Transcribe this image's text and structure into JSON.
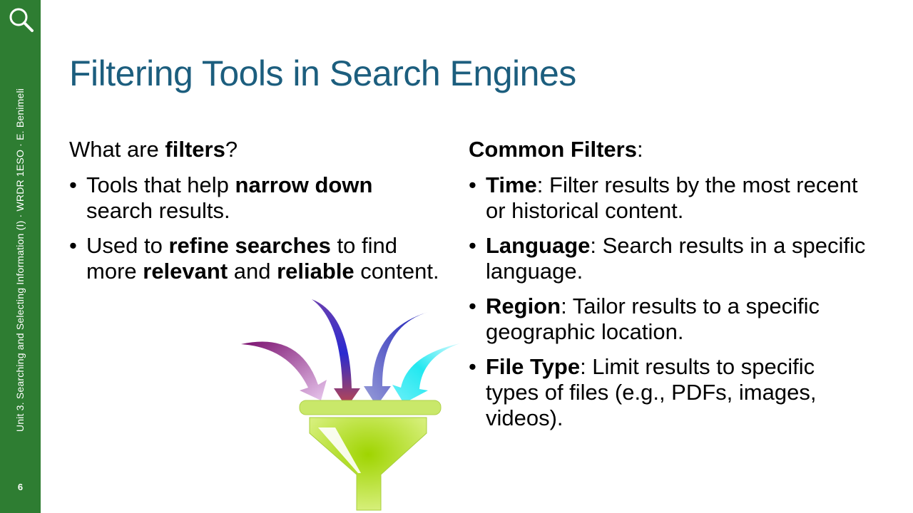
{
  "sidebar": {
    "footer": "Unit 3. Searching and Selecting Information (I) · WRDR 1ESO · E. Benimeli",
    "page_number": "6"
  },
  "slide": {
    "title": "Filtering Tools in Search Engines",
    "left": {
      "heading": {
        "pre": "What are ",
        "bold": "filters",
        "post": "?"
      },
      "bullets": [
        {
          "t1": "Tools that help ",
          "b1": "narrow down",
          "t2": " search results."
        },
        {
          "t1": "Used to ",
          "b1": "refine searches",
          "t2": " to find more ",
          "b2": "relevant",
          "t3": " and ",
          "b3": "reliable",
          "t4": " content."
        }
      ]
    },
    "right": {
      "heading": {
        "bold": "Common Filters",
        "post": ":"
      },
      "items": [
        {
          "name": "Time",
          "desc": ": Filter results by the most recent or historical content."
        },
        {
          "name": "Language",
          "desc": ": Search results in a specific language."
        },
        {
          "name": "Region",
          "desc": ": Tailor results to a specific geographic location."
        },
        {
          "name": "File Type",
          "desc": ": Limit results to specific types of files (e.g., PDFs, images, videos)."
        }
      ]
    }
  },
  "colors": {
    "sidebar": "#2e7d32",
    "title": "#1c5e7e",
    "funnel": "#b5e03c",
    "arrows": [
      "#8a1a7a",
      "#2222cc",
      "#3a3ad0",
      "#22e8f0"
    ]
  },
  "icons": [
    "search-icon",
    "funnel-illustration"
  ]
}
